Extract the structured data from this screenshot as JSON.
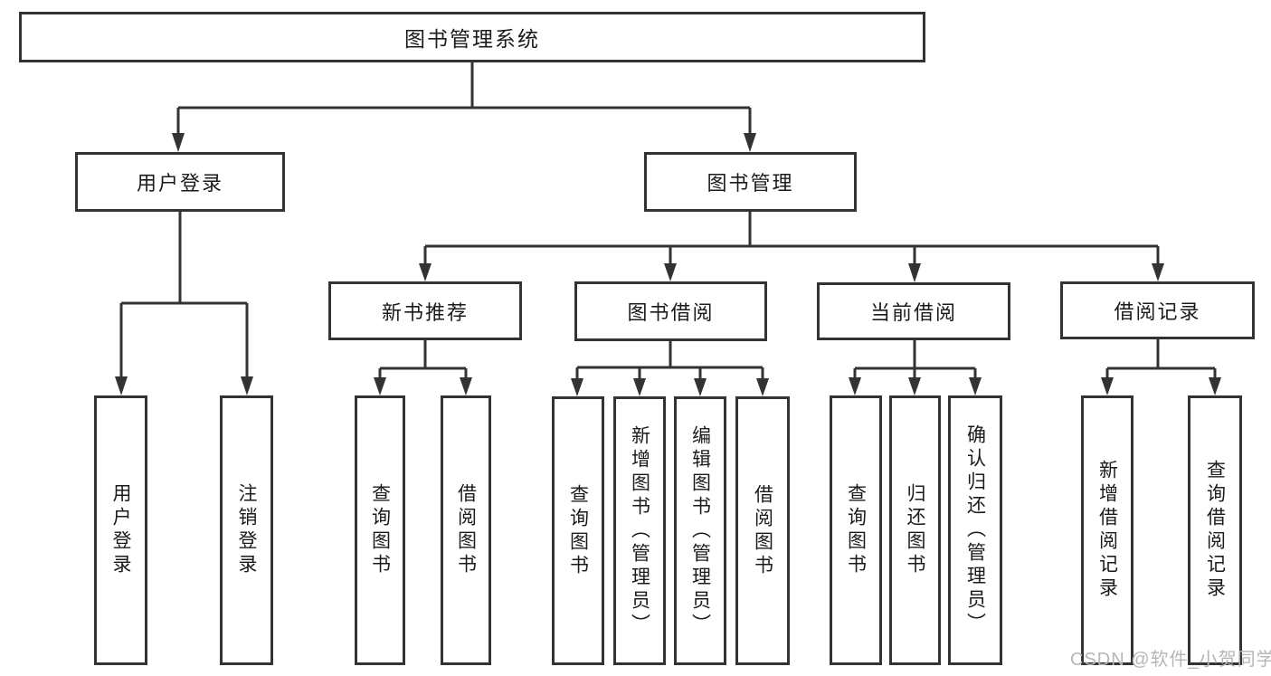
{
  "tree": {
    "root": "图书管理系统",
    "branches": [
      {
        "label": "用户登录",
        "children": [
          "用户登录",
          "注销登录"
        ]
      },
      {
        "label": "图书管理",
        "children": [
          {
            "label": "新书推荐",
            "children": [
              "查询图书",
              "借阅图书"
            ]
          },
          {
            "label": "图书借阅",
            "children": [
              "查询图书",
              "新增图书（管理员）",
              "编辑图书（管理员）",
              "借阅图书"
            ]
          },
          {
            "label": "当前借阅",
            "children": [
              "查询图书",
              "归还图书",
              "确认归还（管理员）"
            ]
          },
          {
            "label": "借阅记录",
            "children": [
              "新增借阅记录",
              "查询借阅记录"
            ]
          }
        ]
      }
    ]
  },
  "watermark": {
    "text": "CSDN @软件_小贺同学",
    "color": "#b6b6b6"
  },
  "colors": {
    "line": "#333333",
    "text": "#1b1b1b",
    "background": "#ffffff"
  }
}
